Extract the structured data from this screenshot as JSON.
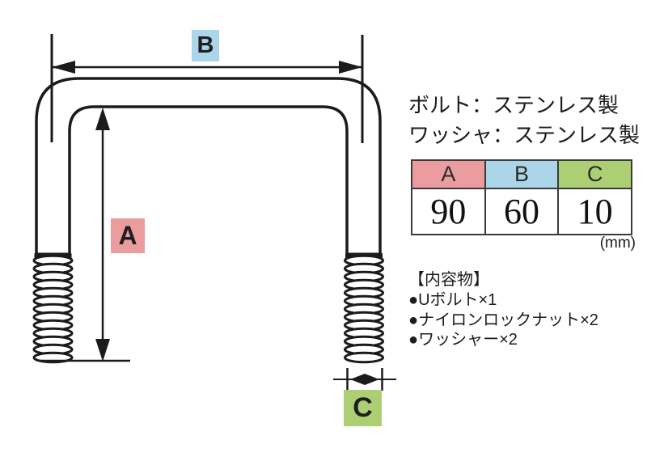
{
  "colors": {
    "pink": "#eb9c9f",
    "blue": "#abd6e9",
    "green": "#adcf74",
    "line": "#1b1b1b",
    "text": "#1c1c1c",
    "table_border": "#3a3a3a"
  },
  "diagram": {
    "labels": {
      "a": "A",
      "b": "B",
      "c": "C"
    }
  },
  "materials": {
    "bolt": "ボルト：ステンレス製",
    "washer": "ワッシャ：ステンレス製"
  },
  "spec_table": {
    "headers": [
      "A",
      "B",
      "C"
    ],
    "values": [
      "90",
      "60",
      "10"
    ],
    "unit": "(mm)"
  },
  "contents": {
    "heading": "【内容物】",
    "items": [
      "●Uボルト×1",
      "●ナイロンロックナット×2",
      "●ワッシャー×2"
    ]
  }
}
